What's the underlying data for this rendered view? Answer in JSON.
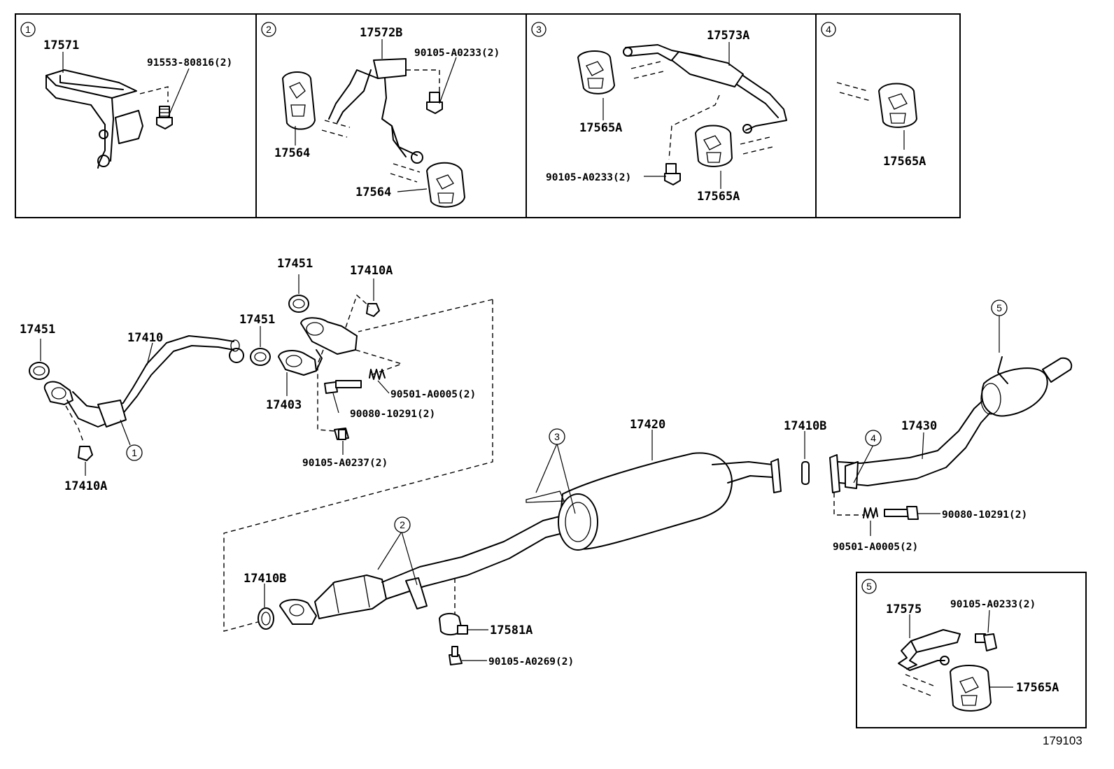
{
  "diagram_id": "179103",
  "detail_panels": [
    {
      "callout": "1",
      "labels": [
        "17571",
        "91553-80816(2)"
      ]
    },
    {
      "callout": "2",
      "labels": [
        "17572B",
        "90105-A0233(2)",
        "17564",
        "17564"
      ]
    },
    {
      "callout": "3",
      "labels": [
        "17573A",
        "17565A",
        "90105-A0233(2)",
        "17565A"
      ]
    },
    {
      "callout": "4",
      "labels": [
        "17565A"
      ]
    },
    {
      "callout": "5",
      "labels": [
        "17575",
        "90105-A0233(2)",
        "17565A"
      ]
    }
  ],
  "main_labels": {
    "gasket_front_left": "17451",
    "front_pipe": "17410",
    "nut_front_pipe": "17410A",
    "gasket_upper": "17451",
    "nut_upper": "17410A",
    "gasket_mid": "17451",
    "flange_gasket": "17403",
    "spring_front": "90501-A0005(2)",
    "bolt_front": "90080-10291(2)",
    "bolt_bracket": "90105-A0237(2)",
    "center_pipe": "17420",
    "gasket_rear_joint": "17410B",
    "tail_pipe": "17430",
    "bolt_rear": "90080-10291(2)",
    "spring_rear": "90501-A0005(2)",
    "gasket_cat": "17410B",
    "hanger_cat": "17581A",
    "bolt_hanger": "90105-A0269(2)"
  },
  "main_callouts": [
    "1",
    "2",
    "3",
    "4",
    "5"
  ]
}
